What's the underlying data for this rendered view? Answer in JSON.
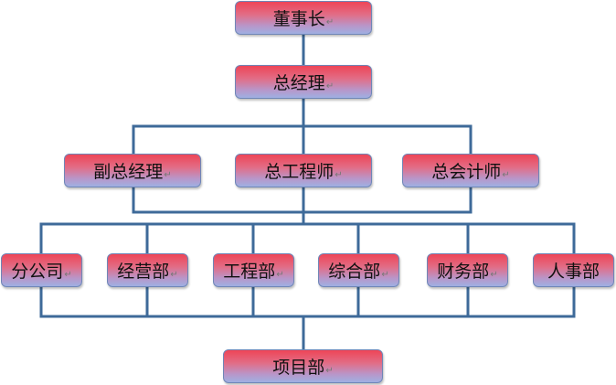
{
  "nodes": {
    "chairman": "董事长",
    "general_manager": "总经理",
    "deputy_gm": "副总经理",
    "chief_engineer": "总工程师",
    "chief_accountant": "总会计师",
    "branch": "分公司",
    "operations": "经营部",
    "engineering": "工程部",
    "general_affairs": "综合部",
    "finance": "财务部",
    "hr": "人事部",
    "project": "项目部"
  },
  "paragraph_mark": "↵",
  "colors": {
    "line": "#3e6a99",
    "box_top": "#ee4557",
    "box_bottom": "#9fb0e2",
    "box_border": "#6f86b7"
  }
}
